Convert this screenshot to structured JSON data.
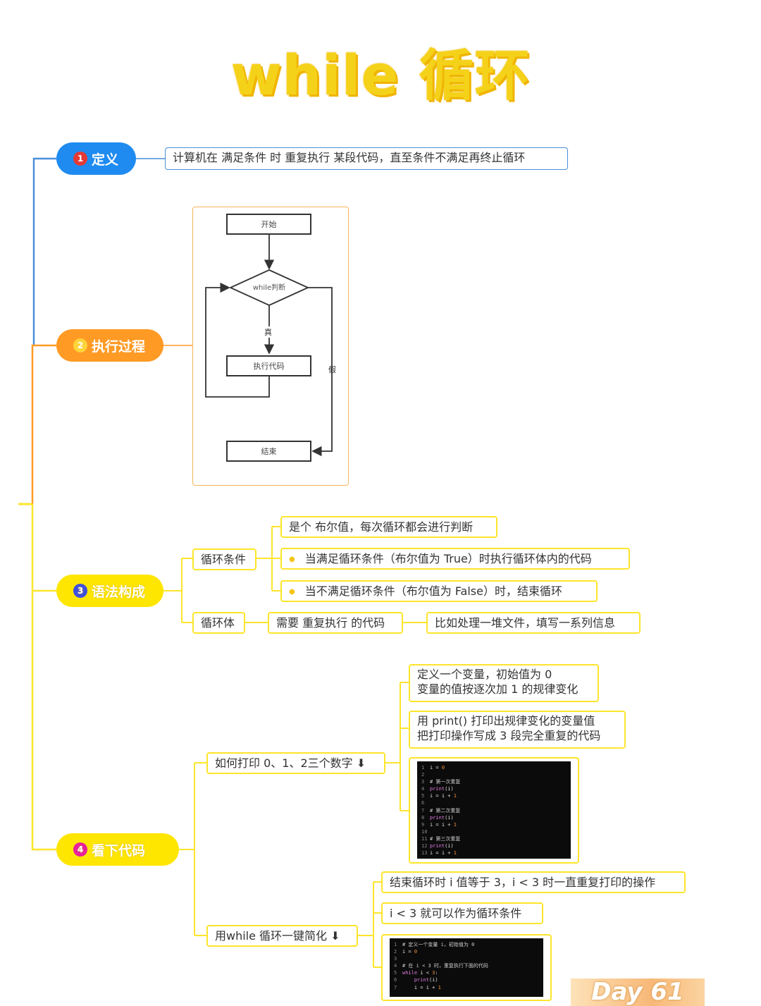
{
  "title": "while 循环",
  "sections": [
    {
      "num": "1",
      "label": "定义",
      "color": "#1f8bf0"
    },
    {
      "num": "2",
      "label": "执行过程",
      "color": "#ff9a24"
    },
    {
      "num": "3",
      "label": "语法构成",
      "color": "#ffe000"
    },
    {
      "num": "4",
      "label": "看下代码",
      "color": "#ffe000"
    }
  ],
  "definition": "计算机在 满足条件 时 重复执行 某段代码，直至条件不满足再终止循环",
  "flowchart": {
    "start": "开始",
    "decision": "while判断",
    "true_label": "真",
    "false_label": "假",
    "body": "执行代码",
    "end": "结束"
  },
  "syntax": {
    "condition_label": "循环条件",
    "condition_items": [
      "是个 布尔值，每次循环都会进行判断",
      "当满足循环条件（布尔值为 True）时执行循环体内的代码",
      "当不满足循环条件（布尔值为 False）时，结束循环"
    ],
    "body_label": "循环体",
    "body_desc": "需要 重复执行 的代码",
    "body_example": "比如处理一堆文件，填写一系列信息"
  },
  "code": {
    "print_label": "如何打印 0、1、2三个数字 ⬇",
    "print_notes": [
      [
        "定义一个变量，初始值为 0",
        "变量的值按逐次加 1 的规律变化"
      ],
      [
        "用 print() 打印出规律变化的变量值",
        "把打印操作写成 3 段完全重复的代码"
      ]
    ],
    "while_label": "用while 循环一键简化 ⬇",
    "while_notes": [
      "结束循环时 i 值等于 3，i < 3 时一直重复打印的操作",
      "i < 3 就可以作为循环条件"
    ]
  },
  "badge": "Day 61"
}
